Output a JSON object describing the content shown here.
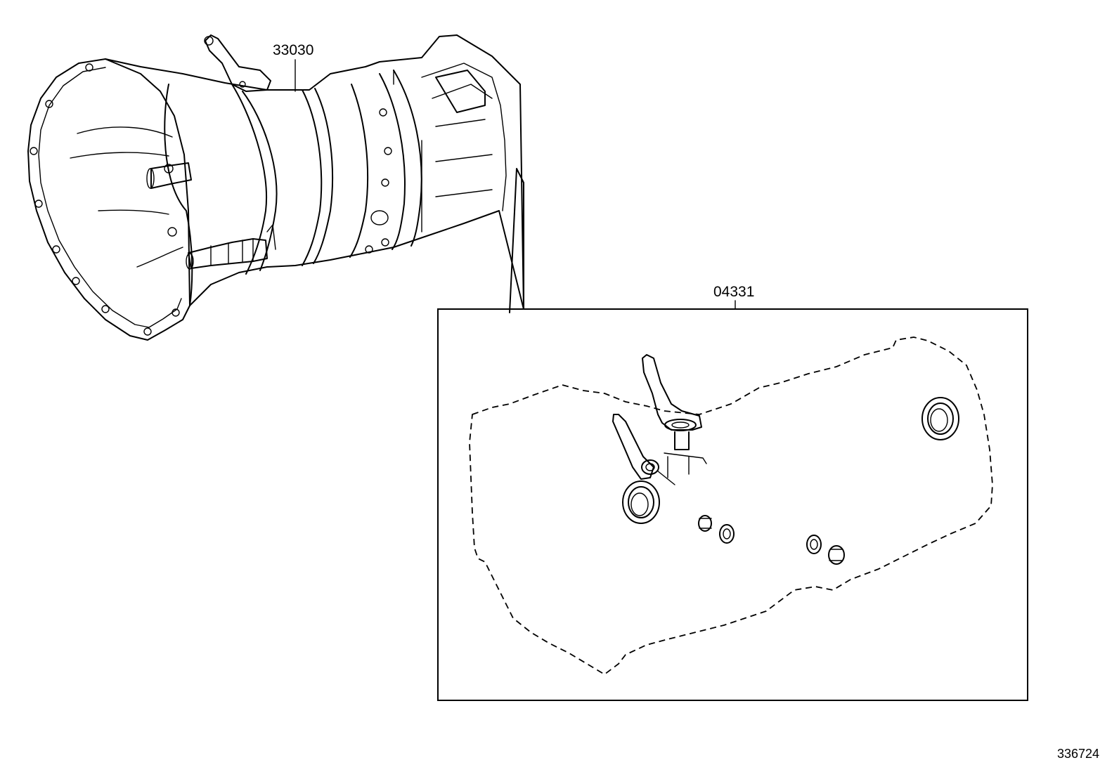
{
  "callouts": {
    "transmission_assy": "33030",
    "gasket_kit": "04331"
  },
  "illustration_id": "336724"
}
